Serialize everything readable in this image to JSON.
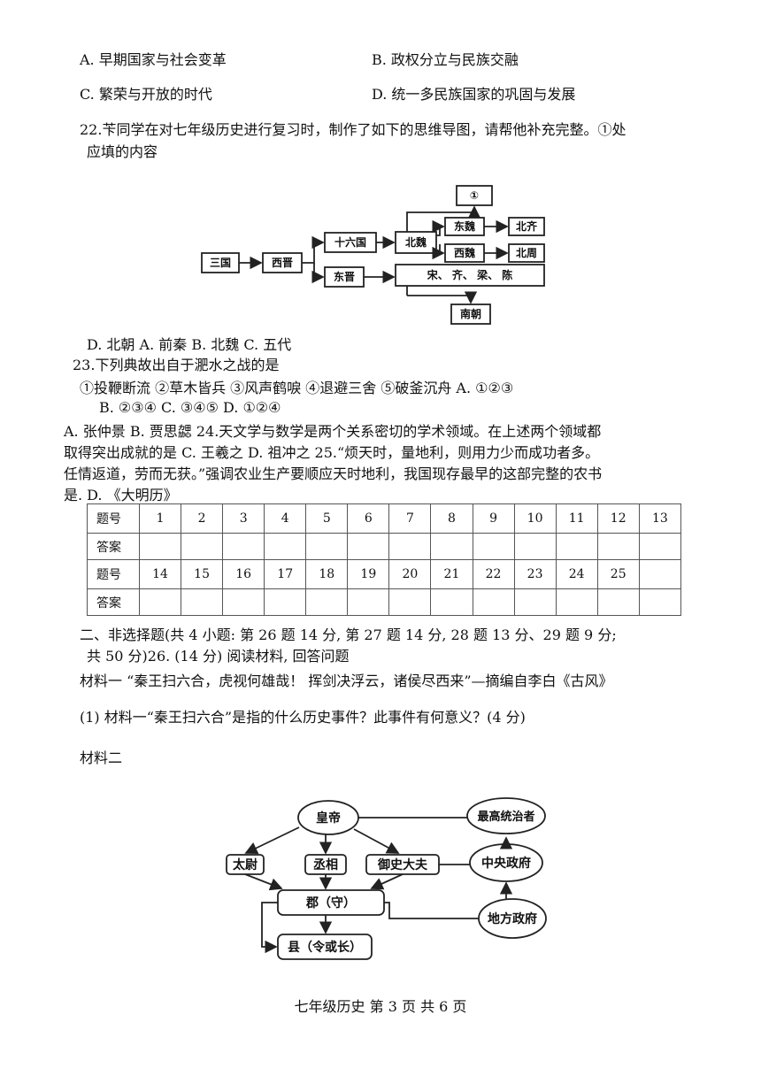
{
  "options21": {
    "a": "A. 早期国家与社会变革",
    "b": "B.  政权分立与民族交融",
    "c": "C.  繁荣与开放的时代",
    "d": "D.  统一多民族国家的巩固与发展"
  },
  "q22": {
    "line1": "22.苄同学在对七年级历史进行复习时，制作了如下的思维导图，请帮他补充完整。①处",
    "line2": "应填的内容",
    "mindmap": {
      "circle": "①",
      "sanguo": "三国",
      "xijin": "西晋",
      "shiliuguo": "十六国",
      "dongjin": "东晋",
      "beiwei": "北魏",
      "dongwei": "东魏",
      "xiwei": "西魏",
      "beiqi": "北齐",
      "beizhou": "北周",
      "nanchao_dynasties": "宋、  齐、  梁、  陈",
      "nanchao": "南朝"
    },
    "options": "D.  北朝 A.  前秦               B.  北魏                  C.  五代"
  },
  "q23": {
    "stem": "23.下列典故出自于淝水之战的是",
    "items": "①投鞭断流     ②草木皆兵  ③风声鹤唳  ④退避三舍  ⑤破釜沉舟 A.  ①②③",
    "options": "B.  ②③④                C.  ③④⑤                D.  ①②④"
  },
  "q24_25": {
    "line1": "A.  张仲景 B.  贾思勰 24.天文学与数学是两个关系密切的学术领域。在上述两个领域都",
    "line2": "取得突出成就的是 C.  王羲之 D.  祖冲之 25.“烦天时，量地利，则用力少而成功者多。",
    "line3": "任情返道，劳而无获。”强调农业生产要顺应天时地利，我国现存最早的这部完整的农书",
    "line4": "是. D.    《大明历》"
  },
  "answer_table": {
    "q_label": "题号",
    "a_label": "答案",
    "row1": [
      "1",
      "2",
      "3",
      "4",
      "5",
      "6",
      "7",
      "8",
      "9",
      "10",
      "11",
      "12",
      "13"
    ],
    "row2": [
      "14",
      "15",
      "16",
      "17",
      "18",
      "19",
      "20",
      "21",
      "22",
      "23",
      "24",
      "25",
      ""
    ]
  },
  "part2": {
    "line1": "二、非选择题(共 4 小题: 第 26 题 14 分,  第 27 题 14 分,  28 题 13 分、29 题 9 分;",
    "line2": "共 50 分)26.  (14 分)  阅读材料,  回答问题",
    "material1": "材料一  “秦王扫六合，虎视何雄哉！  挥剑决浮云，诸侯尽西来”—摘编自李白《古风》",
    "question1": "(1)  材料一“秦王扫六合”是指的什么历史事件？此事件有何意义？(4 分)",
    "material2": "材料二"
  },
  "diagram2": {
    "emperor": "皇帝",
    "highest": "最高统治者",
    "taifu": "太尉",
    "chengxiang": "丞相",
    "yushi": "御史大夫",
    "central": "中央政府",
    "jun": "郡（守）",
    "local": "地方政府",
    "xian": "县（令或长）"
  },
  "footer": {
    "text": "七年级历史  第 3 页  共 6 页"
  }
}
